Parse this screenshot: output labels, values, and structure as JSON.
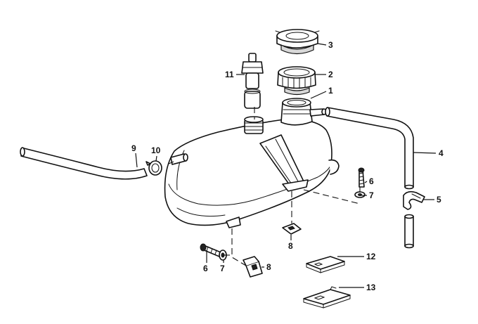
{
  "callouts": [
    {
      "id": "c1",
      "label": "1"
    },
    {
      "id": "c2",
      "label": "2"
    },
    {
      "id": "c3",
      "label": "3"
    },
    {
      "id": "c4",
      "label": "4"
    },
    {
      "id": "c5",
      "label": "5"
    },
    {
      "id": "c6a",
      "label": "6"
    },
    {
      "id": "c6b",
      "label": "6"
    },
    {
      "id": "c7a",
      "label": "7"
    },
    {
      "id": "c7b",
      "label": "7"
    },
    {
      "id": "c8a",
      "label": "8"
    },
    {
      "id": "c8b",
      "label": "8"
    },
    {
      "id": "c9",
      "label": "9"
    },
    {
      "id": "c10",
      "label": "10"
    },
    {
      "id": "c11",
      "label": "11"
    },
    {
      "id": "c12",
      "label": "12"
    },
    {
      "id": "c13",
      "label": "13"
    }
  ]
}
